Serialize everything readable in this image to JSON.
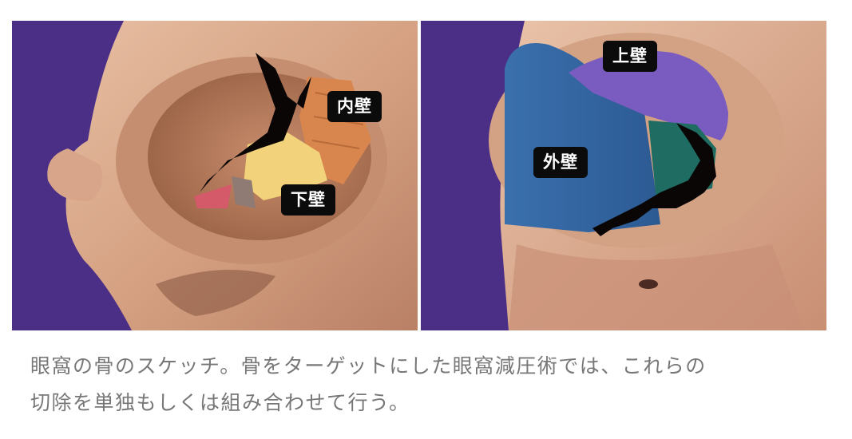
{
  "figures": {
    "left": {
      "labels": {
        "medial": "内壁",
        "inferior": "下壁"
      }
    },
    "right": {
      "labels": {
        "superior": "上壁",
        "lateral": "外壁"
      }
    }
  },
  "caption": {
    "line1": "眼窩の骨のスケッチ。骨をターゲットにした眼窩減圧術では、これらの",
    "line2": "切除を単独もしくは組み合わせて行う。"
  },
  "colors": {
    "background_purple": "#4b2f86",
    "bone": "#d9a98b",
    "medial_wall": "#d9864e",
    "inferior_wall": "#f2d27a",
    "superior_wall": "#7a5cc0",
    "lateral_wall": "#3f79b6",
    "lateral_wall_green": "#1f6d62",
    "label_bg": "#0b0b0b",
    "caption_text": "#777777"
  }
}
